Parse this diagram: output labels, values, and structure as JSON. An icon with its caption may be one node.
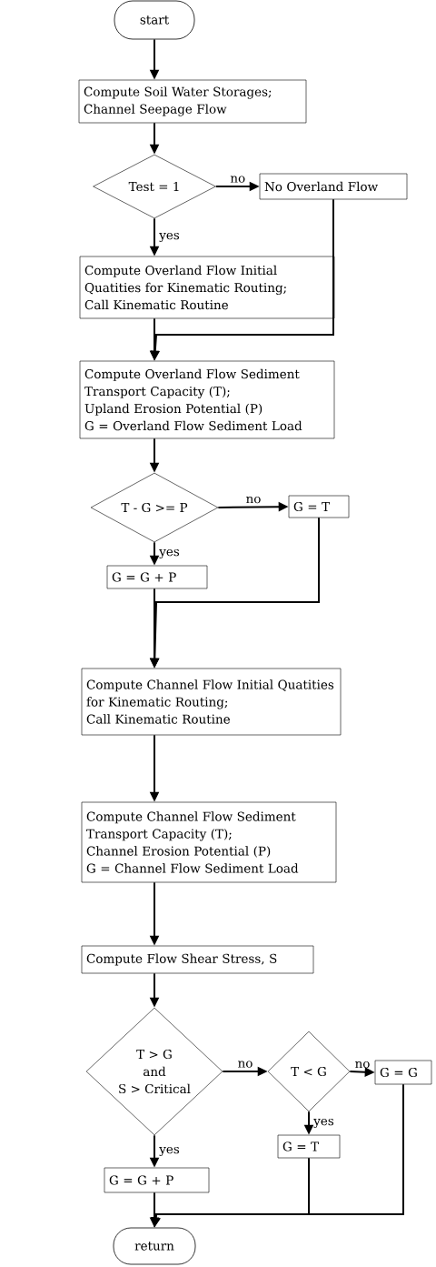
{
  "diagram": {
    "nodes": [
      {
        "text": [
          "start"
        ]
      },
      {
        "text": [
          "Compute Soil Water Storages;",
          "Channel Seepage Flow"
        ]
      },
      {
        "text": [
          "Test = 1"
        ]
      },
      {
        "text": [
          "No Overland Flow"
        ]
      },
      {
        "text": [
          "Compute Overland Flow Initial Quatities for Kinematic Routing;",
          "Call Kinematic Routine"
        ]
      },
      {
        "text": [
          "Compute Overland Flow Sediment Transport Capacity (T);",
          "Upland Erosion Potential (P)",
          "G = Overland Flow Sediment Load"
        ]
      },
      {
        "text": [
          "T - G >= P"
        ]
      },
      {
        "text": [
          "G = T"
        ]
      },
      {
        "text": [
          "G = G + P"
        ]
      },
      {
        "text": [
          "Compute Channel Flow Initial Quatities for Kinematic Routing;",
          "Call Kinematic Routine"
        ]
      },
      {
        "text": [
          "Compute Channel Flow Sediment Transport Capacity (T);",
          "Channel Erosion Potential (P)",
          "G = Channel Flow Sediment Load"
        ]
      },
      {
        "text": [
          "Compute Flow Shear Stress, S"
        ]
      },
      {
        "text": [
          "T > G",
          "and",
          "S > Critical"
        ]
      },
      {
        "text": [
          "T < G"
        ]
      },
      {
        "text": [
          "G = G"
        ]
      },
      {
        "text": [
          "G = T"
        ]
      },
      {
        "text": [
          "G = G + P"
        ]
      },
      {
        "text": [
          "return"
        ]
      }
    ],
    "edges": [
      {
        "from": 0,
        "to": 1,
        "arrow": "to"
      },
      {
        "from": 1,
        "to": 2,
        "arrow": "to"
      },
      {
        "from": 2,
        "to": 3,
        "arrow": "to",
        "label": "no"
      },
      {
        "from": 2,
        "to": 4,
        "arrow": "to",
        "label": "yes"
      },
      {
        "from": 3,
        "to": 5,
        "arrow": "to"
      },
      {
        "from": 4,
        "to": 5,
        "arrow": "to"
      },
      {
        "from": 5,
        "to": 6,
        "arrow": "to"
      },
      {
        "from": 6,
        "to": 7,
        "arrow": "to",
        "label": "no"
      },
      {
        "from": 6,
        "to": 8,
        "arrow": "to",
        "label": "yes"
      },
      {
        "from": 8,
        "to": 9,
        "arrow": "to"
      },
      {
        "from": 7,
        "to": 9,
        "arrow": "to"
      },
      {
        "from": 9,
        "to": 10,
        "arrow": "to"
      },
      {
        "from": 10,
        "to": 11,
        "arrow": "to"
      },
      {
        "from": 11,
        "to": 12,
        "arrow": "to"
      },
      {
        "from": 12,
        "to": 13,
        "arrow": "to",
        "label": "no"
      },
      {
        "from": 13,
        "to": 14,
        "arrow": "to",
        "label": "no"
      },
      {
        "from": 12,
        "to": 16,
        "arrow": "to",
        "label": "yes"
      },
      {
        "from": 13,
        "to": 15,
        "arrow": "to",
        "label": "yes"
      },
      {
        "from": 16,
        "to": 17,
        "arrow": "to"
      },
      {
        "from": 15,
        "to": 17,
        "arrow": "to"
      },
      {
        "from": 14,
        "to": 17,
        "arrow": "to"
      }
    ]
  }
}
